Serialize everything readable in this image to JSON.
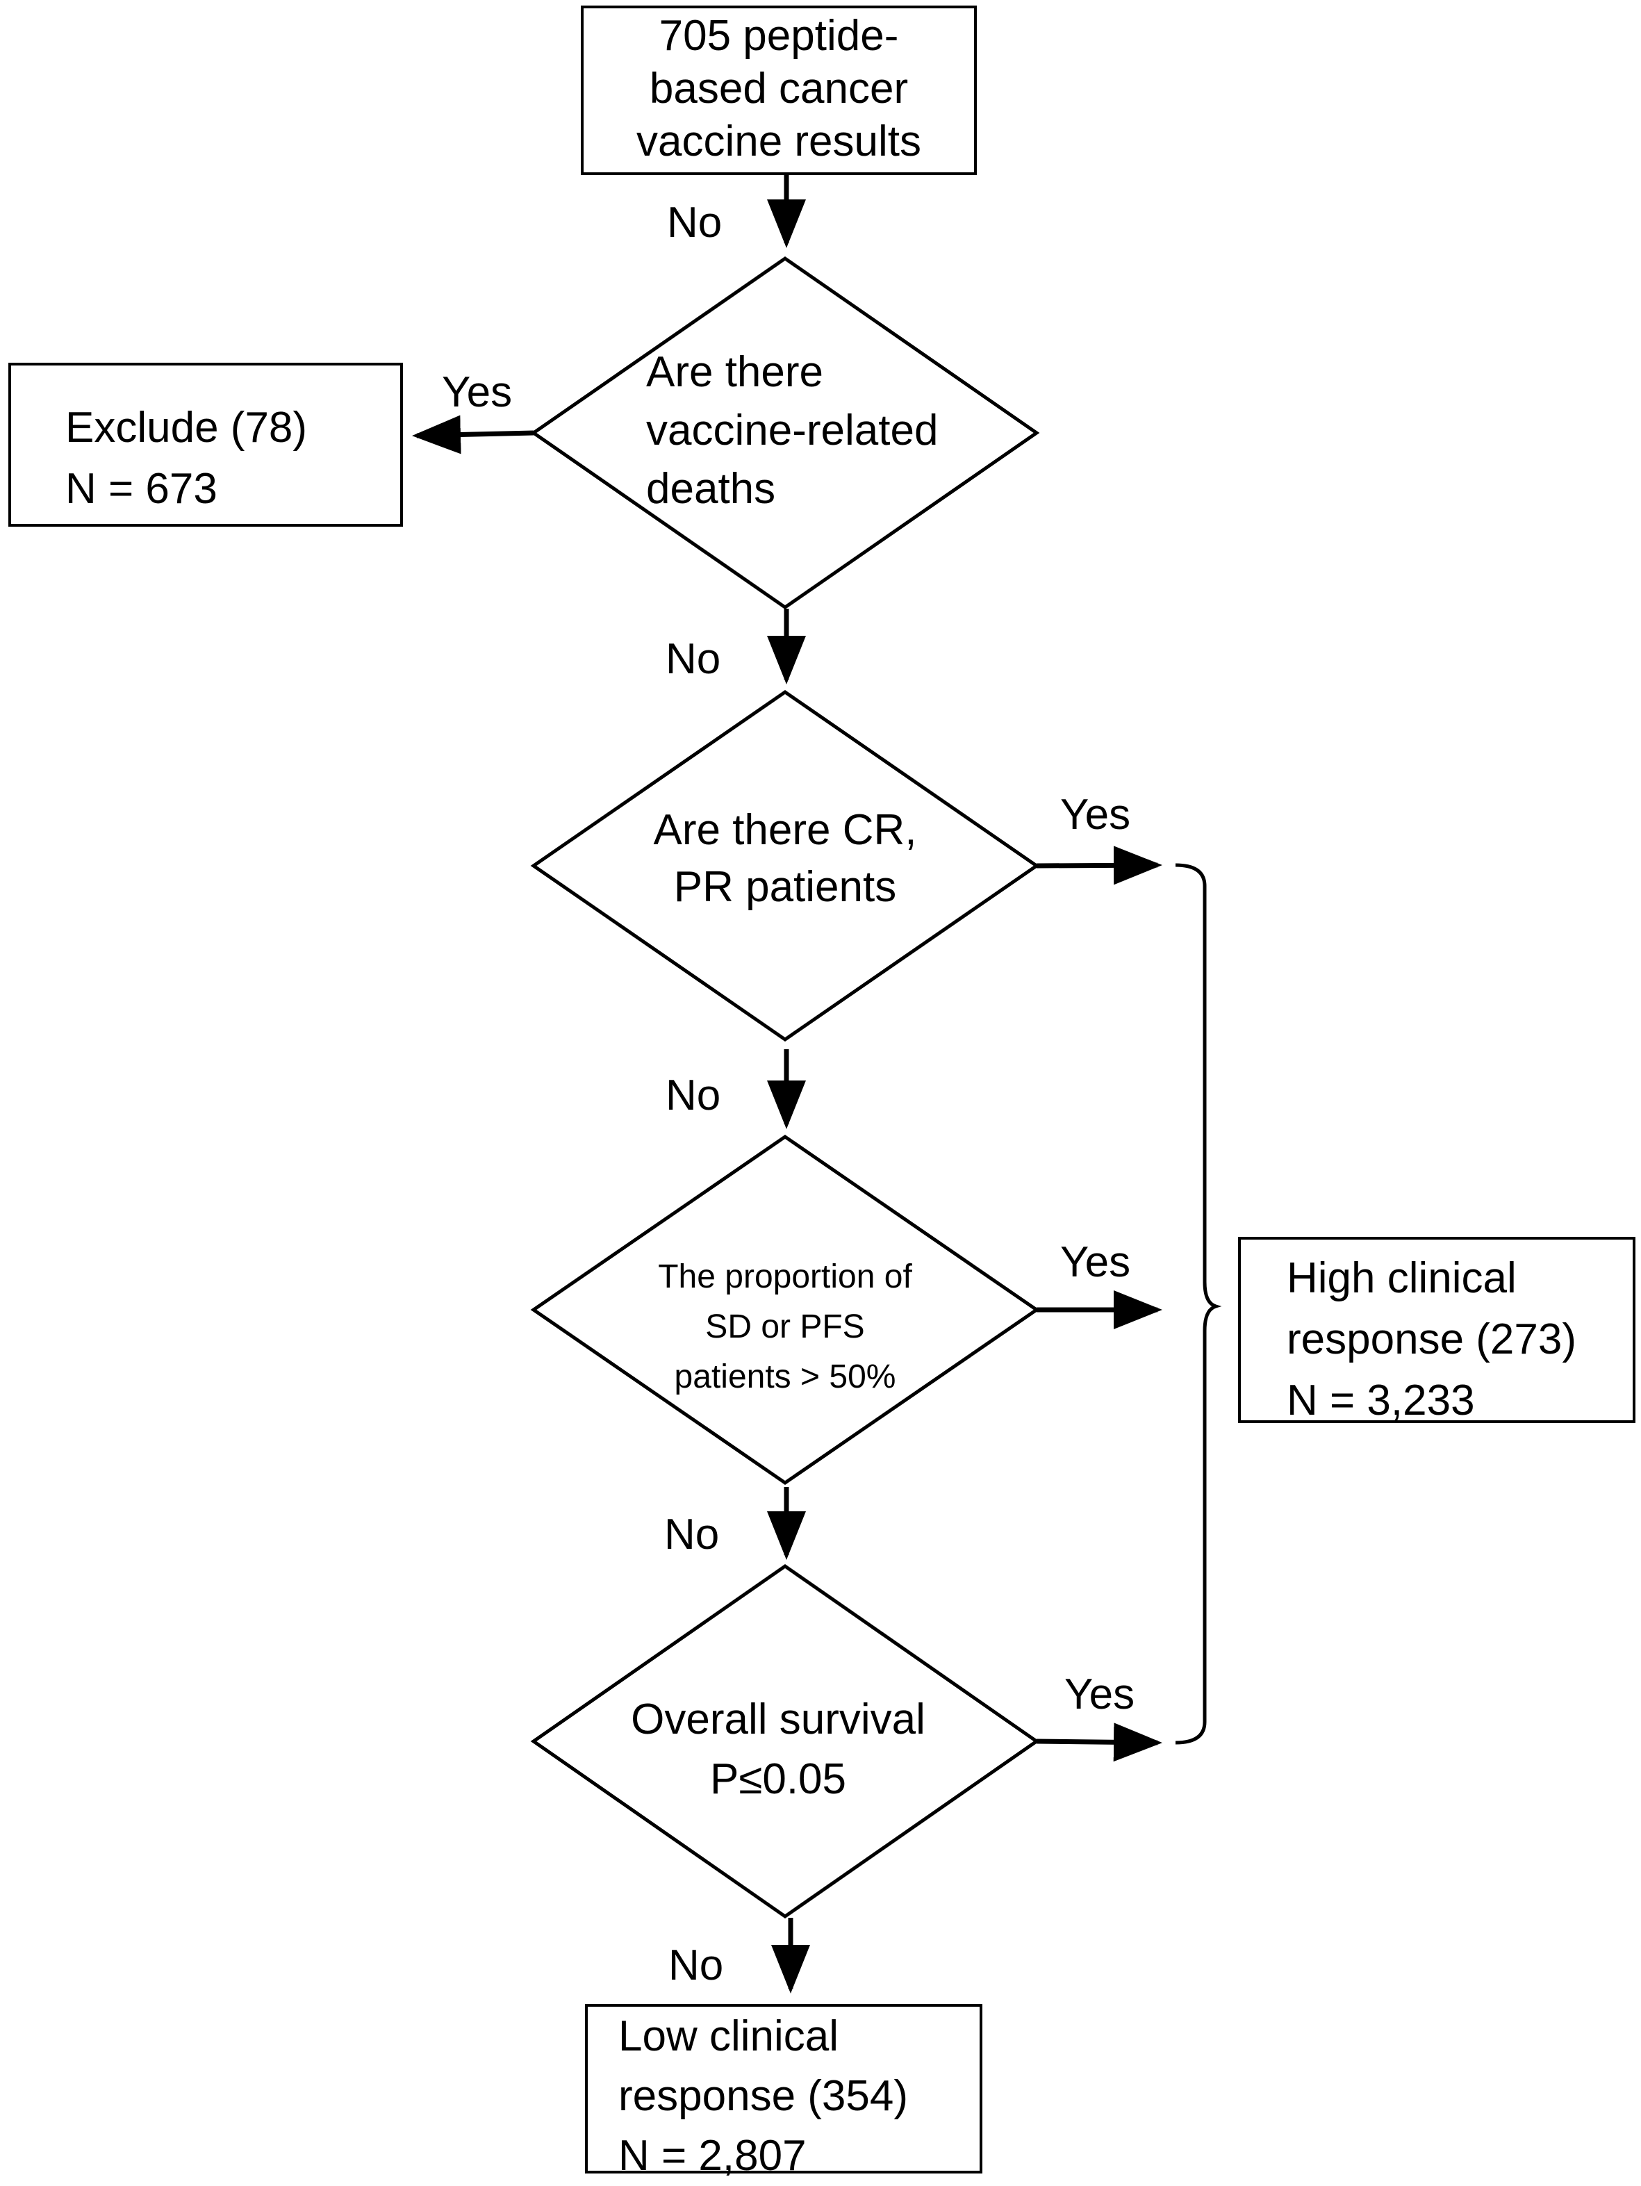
{
  "start": {
    "lines": [
      "705 peptide-",
      "based cancer",
      "vaccine results"
    ]
  },
  "exclude": {
    "lines": [
      "Exclude (78)",
      "N = 673"
    ]
  },
  "decisions": [
    {
      "lines": [
        "Are there",
        "vaccine-related",
        "deaths"
      ]
    },
    {
      "lines": [
        "Are there CR,",
        "PR patients"
      ]
    },
    {
      "lines": [
        "The proportion of",
        "SD or PFS",
        "patients > 50%"
      ]
    },
    {
      "lines": [
        "Overall survival",
        "P≤0.05"
      ]
    }
  ],
  "high": {
    "lines": [
      "High clinical",
      "response (273)",
      "N = 3,233"
    ]
  },
  "low": {
    "lines": [
      "Low clinical",
      "response (354)",
      "N = 2,807"
    ]
  },
  "edge_labels": {
    "yes": "Yes",
    "no": "No"
  },
  "colors": {
    "stroke": "#000000",
    "background": "#ffffff"
  }
}
